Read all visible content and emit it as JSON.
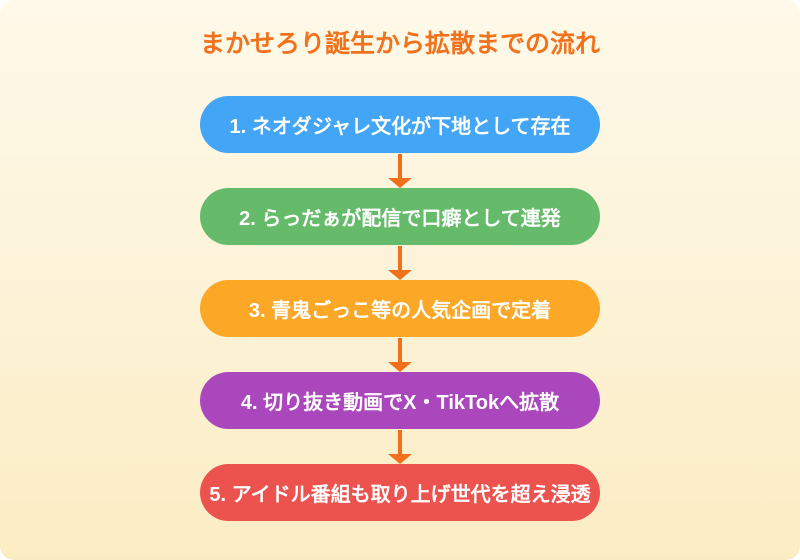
{
  "page": {
    "background_top": "#FEF9E9",
    "background_bottom": "#FBEDC3",
    "outer_background": "#FFFFFF"
  },
  "header": {
    "title": "まかせろり誕生から拡散までの流れ",
    "title_color": "#F2711C"
  },
  "flow": {
    "arrow_color": "#F0701E",
    "step_text_color": "#FFFFFF",
    "steps": [
      {
        "label": "1. ネオダジャレ文化が下地として存在",
        "color": "#42A5F5"
      },
      {
        "label": "2. らっだぁが配信で口癖として連発",
        "color": "#66BB6A"
      },
      {
        "label": "3. 青鬼ごっこ等の人気企画で定着",
        "color": "#FCA726"
      },
      {
        "label": "4. 切り抜き動画でX・TikTokへ拡散",
        "color": "#AB47BC"
      },
      {
        "label": "5. アイドル番組も取り上げ世代を超え浸透",
        "color": "#EC534F"
      }
    ]
  }
}
